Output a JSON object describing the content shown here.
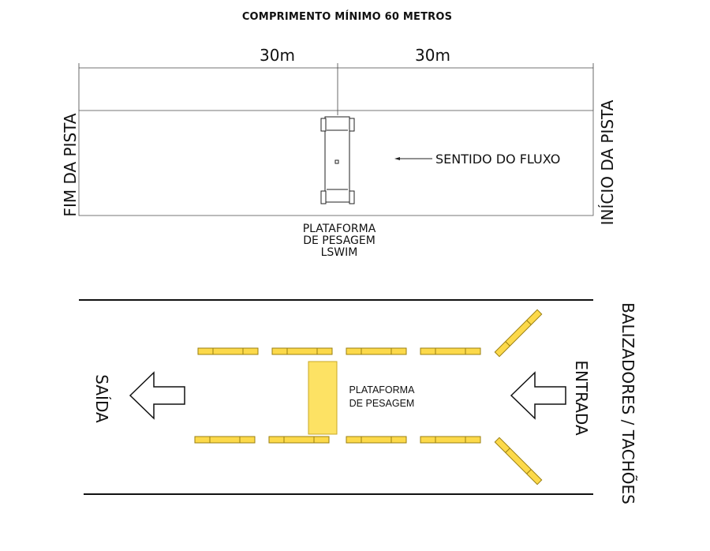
{
  "title": "COMPRIMENTO MÍNIMO 60 METROS",
  "top_diagram": {
    "dim_left": "30m",
    "dim_right": "30m",
    "end_label": "FIM DA PISTA",
    "start_label": "INÍCIO DA PISTA",
    "flow_label": "SENTIDO DO FLUXO",
    "platform_lines": [
      "PLATAFORMA",
      "DE PESAGEM",
      "LSWIM"
    ]
  },
  "bottom_diagram": {
    "exit_label": "SAÍDA",
    "entry_label": "ENTRADA",
    "markers_label": "BALIZADORES / TACHÕES",
    "platform_lines": [
      "PLATAFORMA",
      "DE PESAGEM"
    ]
  },
  "colors": {
    "marker_fill": "#fcd94a",
    "marker_stroke": "#9a7f10",
    "platform_fill": "#fde264",
    "line": "#111111"
  }
}
